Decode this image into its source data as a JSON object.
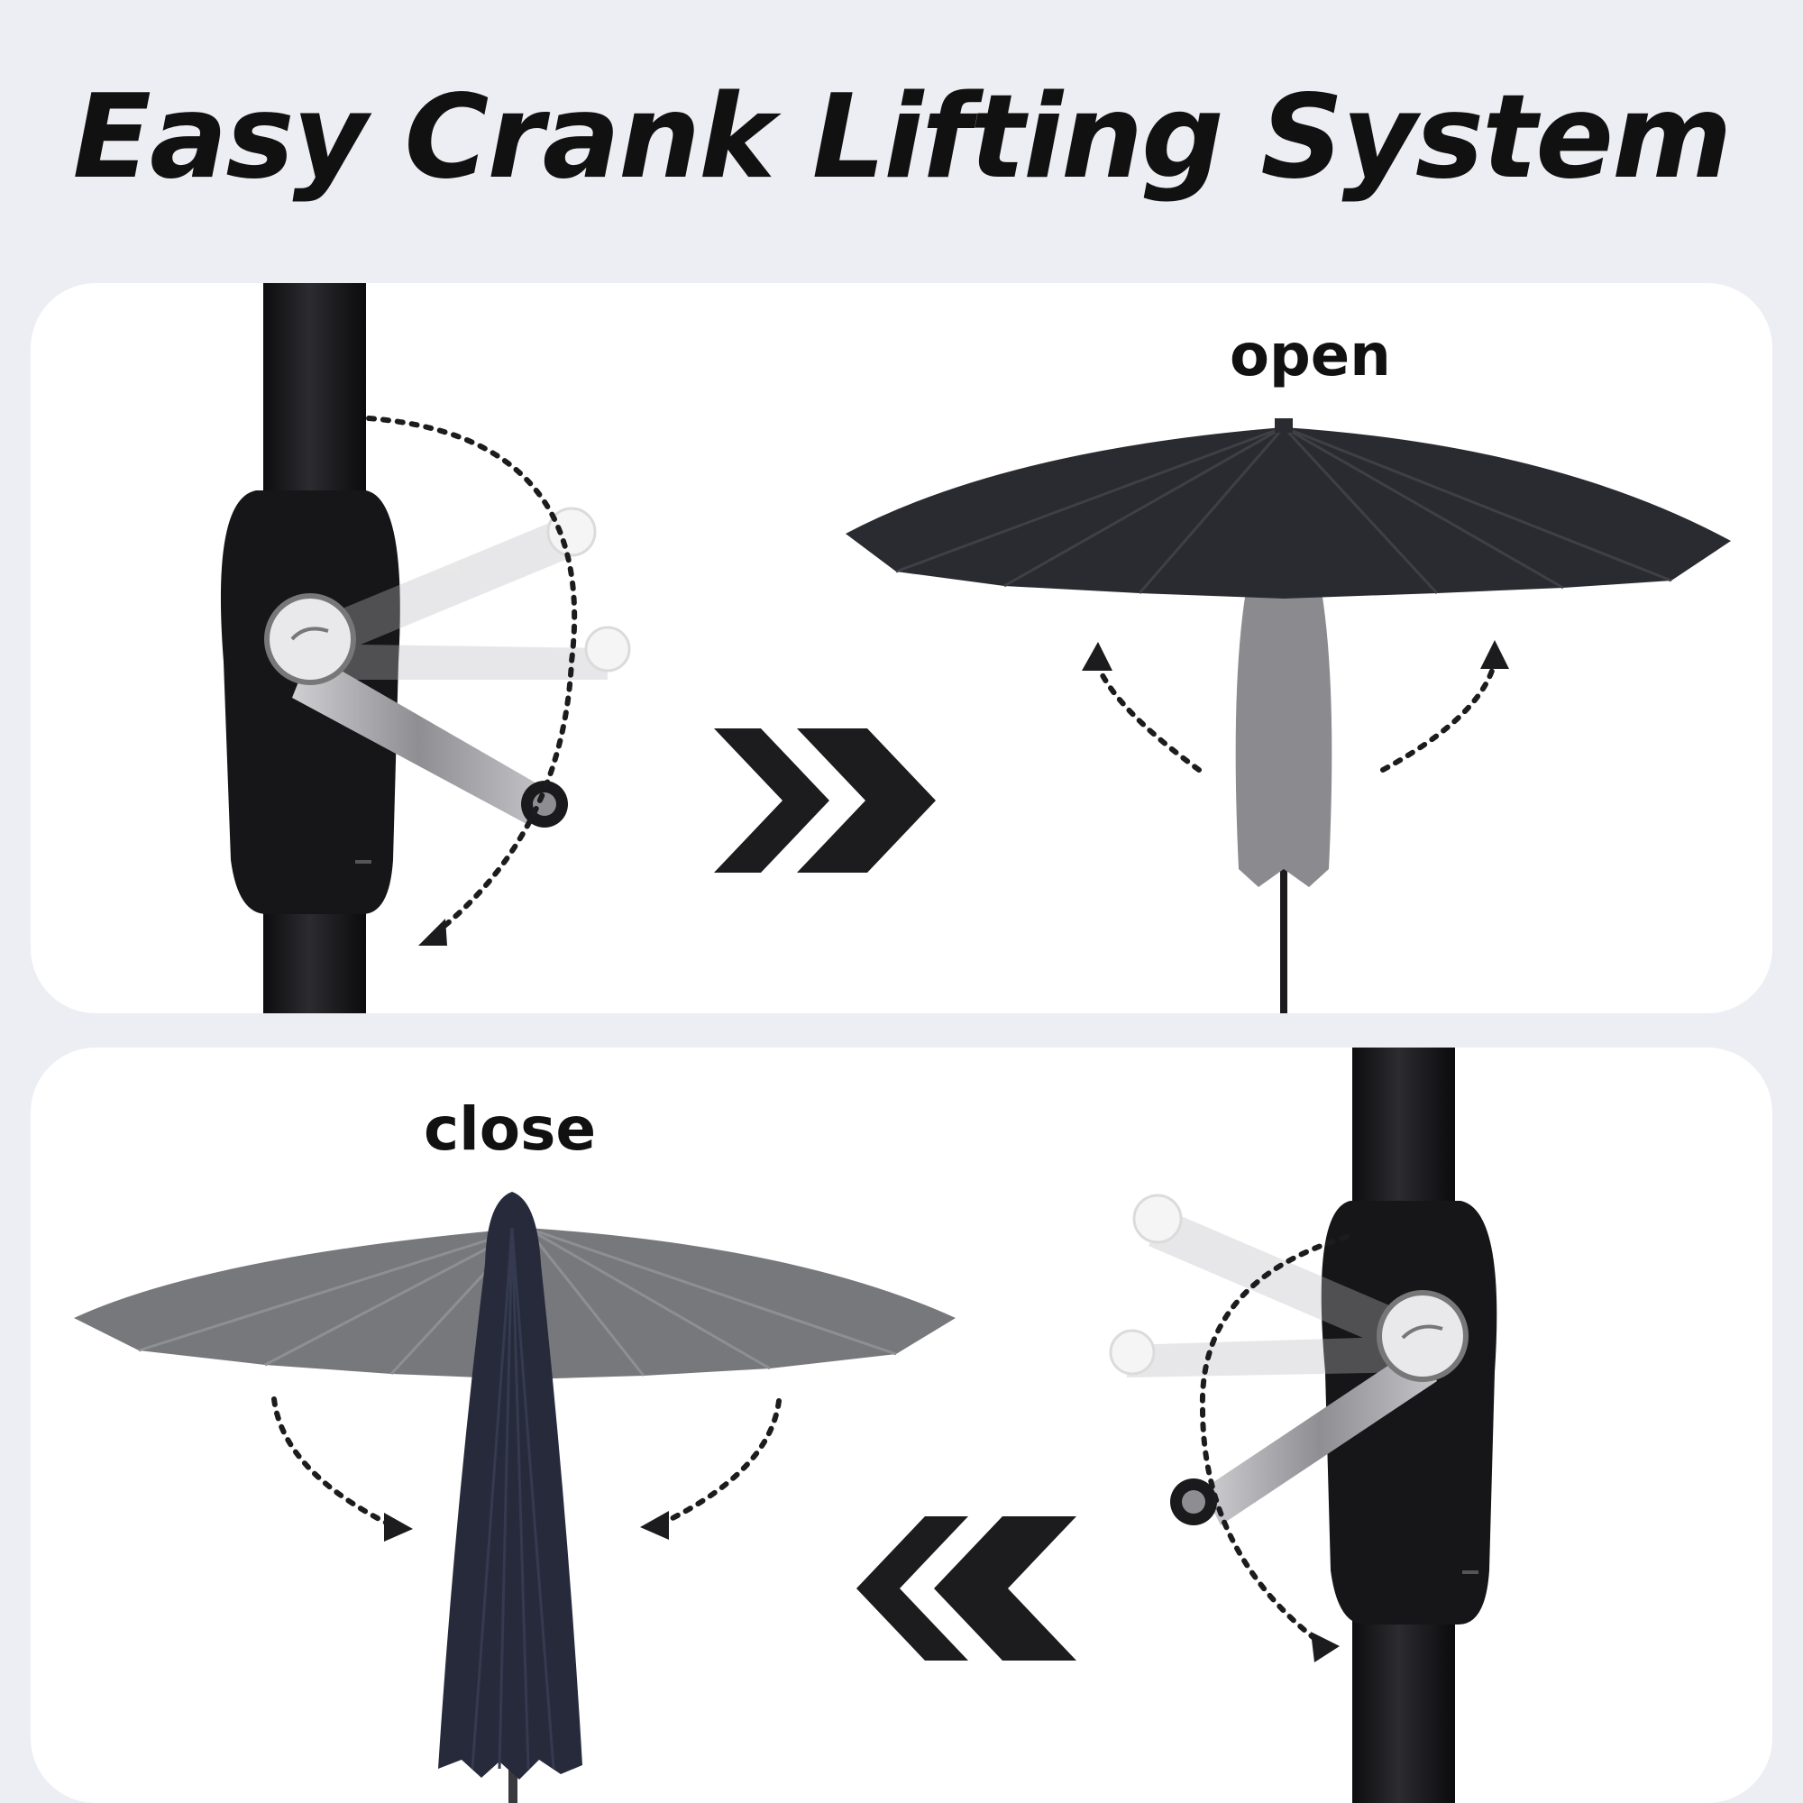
{
  "title": "Easy Crank Lifting System",
  "steps": {
    "open_label": "open",
    "close_label": "close"
  },
  "colors": {
    "background": "#edeef3",
    "panel": "#ffffff",
    "pole": "#151517",
    "canopy_dark": "#2a2b30",
    "canopy_grey": "#77787c",
    "canopy_navy": "#262a3b",
    "arrow": "#1c1c1e"
  },
  "icons": [
    "crank-handle-icon",
    "chevron-right-icon",
    "chevron-left-icon",
    "curved-arrow-icon"
  ]
}
